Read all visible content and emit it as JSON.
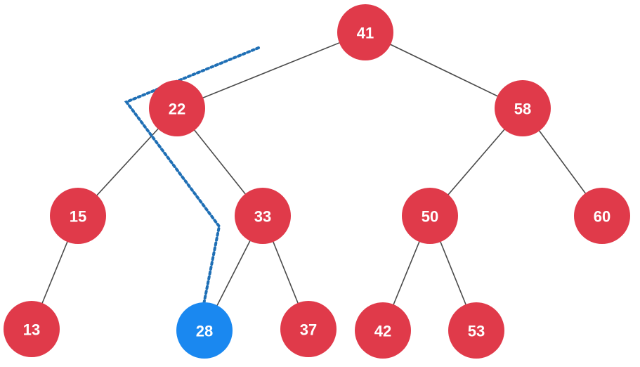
{
  "colors": {
    "node": "#e03a4a",
    "highlight": "#1a88f0",
    "edge": "#4a4a4a",
    "path": "#1f6fb5",
    "label": "#ffffff"
  },
  "tree": {
    "nodes": [
      {
        "id": "n41",
        "label": "41",
        "highlighted": false
      },
      {
        "id": "n22",
        "label": "22",
        "highlighted": false
      },
      {
        "id": "n58",
        "label": "58",
        "highlighted": false
      },
      {
        "id": "n15",
        "label": "15",
        "highlighted": false
      },
      {
        "id": "n33",
        "label": "33",
        "highlighted": false
      },
      {
        "id": "n50",
        "label": "50",
        "highlighted": false
      },
      {
        "id": "n60",
        "label": "60",
        "highlighted": false
      },
      {
        "id": "n13",
        "label": "13",
        "highlighted": false
      },
      {
        "id": "n28",
        "label": "28",
        "highlighted": true
      },
      {
        "id": "n37",
        "label": "37",
        "highlighted": false
      },
      {
        "id": "n42",
        "label": "42",
        "highlighted": false
      },
      {
        "id": "n53",
        "label": "53",
        "highlighted": false
      }
    ],
    "edges": [
      [
        "n41",
        "n22"
      ],
      [
        "n41",
        "n58"
      ],
      [
        "n22",
        "n15"
      ],
      [
        "n22",
        "n33"
      ],
      [
        "n58",
        "n50"
      ],
      [
        "n58",
        "n60"
      ],
      [
        "n15",
        "n13"
      ],
      [
        "n33",
        "n28"
      ],
      [
        "n33",
        "n37"
      ],
      [
        "n50",
        "n42"
      ],
      [
        "n50",
        "n53"
      ]
    ]
  }
}
